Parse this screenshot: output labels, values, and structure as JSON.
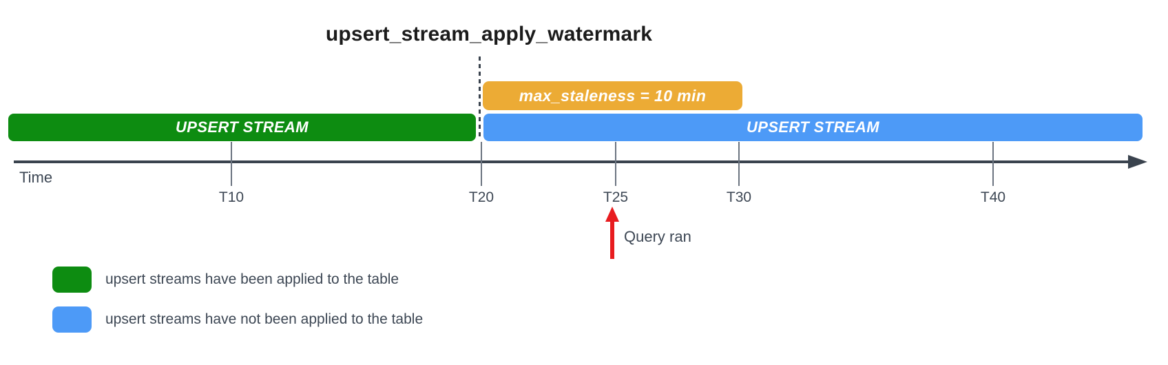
{
  "title": "upsert_stream_apply_watermark",
  "bars": {
    "staleness": {
      "label": "max_staleness = 10 min"
    },
    "applied": {
      "label": "UPSERT STREAM"
    },
    "unapplied": {
      "label": "UPSERT STREAM"
    }
  },
  "timeline": {
    "axis_label": "Time",
    "ticks": [
      {
        "label": "T10"
      },
      {
        "label": "T20"
      },
      {
        "label": "T25"
      },
      {
        "label": "T30"
      },
      {
        "label": "T40"
      }
    ]
  },
  "annotation": {
    "label": "Query ran"
  },
  "legend": {
    "items": [
      {
        "swatch_color": "green",
        "label": "upsert streams have been applied to the table"
      },
      {
        "swatch_color": "blue",
        "label": "upsert streams have not been applied to the table"
      }
    ]
  },
  "colors": {
    "green": "#0d8c11",
    "blue": "#4d9af7",
    "orange": "#ecab35",
    "red": "#e81c1f",
    "axis": "#3a434e",
    "tick_line": "#6b7480",
    "text_dark": "#3d4754",
    "title_text": "#1b1b1b"
  }
}
